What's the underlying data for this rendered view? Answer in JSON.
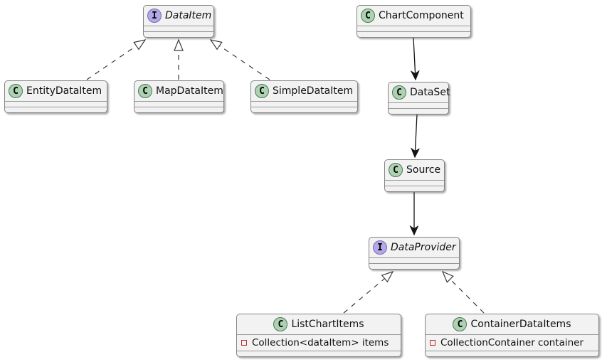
{
  "diagram": {
    "type": "uml-class-diagram",
    "colors": {
      "node_fill": "#F2F2F2",
      "node_border": "#848484",
      "class_spot_fill": "#ADD1B2",
      "class_spot_border": "#4A7A50",
      "interface_spot_fill": "#B4A7E5",
      "interface_spot_border": "#7A6BB5",
      "private_field_marker": "#B5302F",
      "edge_color": "#3a3a3a"
    },
    "nodes": [
      {
        "kind": "interface",
        "spot": "I",
        "name": "DataItem"
      },
      {
        "kind": "class",
        "spot": "C",
        "name": "EntityDataItem"
      },
      {
        "kind": "class",
        "spot": "C",
        "name": "MapDataItem"
      },
      {
        "kind": "class",
        "spot": "C",
        "name": "SimpleDataItem"
      },
      {
        "kind": "class",
        "spot": "C",
        "name": "ChartComponent"
      },
      {
        "kind": "class",
        "spot": "C",
        "name": "DataSet"
      },
      {
        "kind": "class",
        "spot": "C",
        "name": "Source"
      },
      {
        "kind": "interface",
        "spot": "I",
        "name": "DataProvider"
      },
      {
        "kind": "class",
        "spot": "C",
        "name": "ListChartItems",
        "fields": [
          {
            "visibility": "private",
            "text": "Collection<dataItem> items"
          }
        ]
      },
      {
        "kind": "class",
        "spot": "C",
        "name": "ContainerDataItems",
        "fields": [
          {
            "visibility": "private",
            "text": "CollectionContainer container"
          }
        ]
      }
    ],
    "edges": [
      {
        "from": "EntityDataItem",
        "to": "DataItem",
        "style": "dashed",
        "head": "hollow-triangle"
      },
      {
        "from": "MapDataItem",
        "to": "DataItem",
        "style": "dashed",
        "head": "hollow-triangle"
      },
      {
        "from": "SimpleDataItem",
        "to": "DataItem",
        "style": "dashed",
        "head": "hollow-triangle"
      },
      {
        "from": "ChartComponent",
        "to": "DataSet",
        "style": "solid",
        "head": "filled-arrow"
      },
      {
        "from": "DataSet",
        "to": "Source",
        "style": "solid",
        "head": "filled-arrow"
      },
      {
        "from": "Source",
        "to": "DataProvider",
        "style": "solid",
        "head": "filled-arrow"
      },
      {
        "from": "ListChartItems",
        "to": "DataProvider",
        "style": "dashed",
        "head": "hollow-triangle"
      },
      {
        "from": "ContainerDataItems",
        "to": "DataProvider",
        "style": "dashed",
        "head": "hollow-triangle"
      }
    ]
  }
}
